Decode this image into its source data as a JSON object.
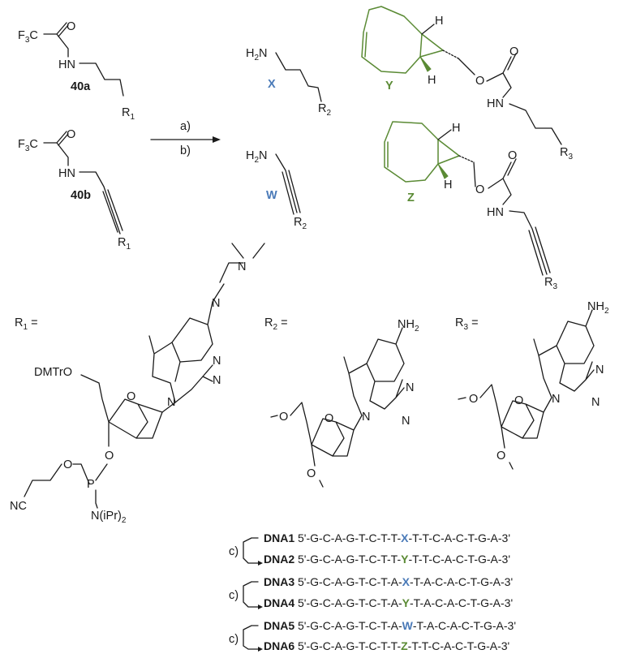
{
  "molecules": {
    "m40a": {
      "label": "40a",
      "f3c": "F",
      "f3c_sub": "3",
      "f3c_tail": "C",
      "o": "O",
      "hn": "HN",
      "r": "R",
      "r_sub": "1"
    },
    "m40b": {
      "label": "40b",
      "f3c": "F",
      "f3c_sub": "3",
      "f3c_tail": "C",
      "o": "O",
      "hn": "HN",
      "r": "R",
      "r_sub": "1"
    },
    "X": {
      "label": "X",
      "h2n": "H",
      "h2n_sub": "2",
      "h2n_tail": "N",
      "r": "R",
      "r_sub": "2"
    },
    "W": {
      "label": "W",
      "h2n": "H",
      "h2n_sub": "2",
      "h2n_tail": "N",
      "r": "R",
      "r_sub": "2"
    },
    "Y": {
      "label": "Y",
      "h_top": "H",
      "h_bot": "H",
      "o_ester": "O",
      "o_carb": "O",
      "hn": "HN",
      "r": "R",
      "r_sub": "3"
    },
    "Z": {
      "label": "Z",
      "h_top": "H",
      "h_bot": "H",
      "o_ester": "O",
      "o_carb": "O",
      "hn": "HN",
      "r": "R",
      "r_sub": "3"
    }
  },
  "reaction": {
    "step_a": "a)",
    "step_b": "b)"
  },
  "substituents": {
    "r1": {
      "def": "R",
      "def_sub": "1",
      "def_tail": " =",
      "dmtro": "DMTrO",
      "nc": "NC",
      "p": "P",
      "o1": "O",
      "o2": "O",
      "o_ring": "O",
      "niPr": "N(iPr)",
      "niPr_sub": "2",
      "n": "N",
      "n_eq": "N",
      "n_ring1": "N",
      "n_ring2": "N",
      "n_ring3": "N"
    },
    "r2": {
      "def": "R",
      "def_sub": "2",
      "def_tail": " =",
      "nh2": "NH",
      "nh2_sub": "2",
      "o5": "O",
      "o_ring": "O",
      "o3": "O",
      "n_ring1": "N",
      "n_ring2": "N",
      "n_ring3": "N"
    },
    "r3": {
      "def": "R",
      "def_sub": "3",
      "def_tail": " =",
      "nh2": "NH",
      "nh2_sub": "2",
      "o5": "O",
      "o_ring": "O",
      "o3": "O",
      "n_ring1": "N",
      "n_ring2": "N",
      "n_ring3": "N"
    }
  },
  "dna": {
    "step_label": "c)",
    "rows": [
      {
        "name": "DNA1",
        "pre": "5'-G-C-A-G-T-C-T-T-",
        "mod": "X",
        "post": "-T-T-C-A-C-T-G-A-3'"
      },
      {
        "name": "DNA2",
        "pre": "5'-G-C-A-G-T-C-T-T-",
        "mod": "Y",
        "post": "-T-T-C-A-C-T-G-A-3'"
      },
      {
        "name": "DNA3",
        "pre": "5'-G-C-A-G-T-C-T-A-",
        "mod": "X",
        "post": "-T-A-C-A-C-T-G-A-3'"
      },
      {
        "name": "DNA4",
        "pre": "5'-G-C-A-G-T-C-T-A-",
        "mod": "Y",
        "post": "-T-A-C-A-C-T-G-A-3'"
      },
      {
        "name": "DNA5",
        "pre": "5'-G-C-A-G-T-C-T-A-",
        "mod": "W",
        "post": "-T-A-C-A-C-T-G-A-3'"
      },
      {
        "name": "DNA6",
        "pre": "5'-G-C-A-G-T-C-T-T-",
        "mod": "Z",
        "post": "-T-T-C-A-C-T-G-A-3'"
      }
    ]
  },
  "colors": {
    "blue": "#4a7ab8",
    "green": "#5a8a34",
    "ink": "#1a1a1a"
  }
}
